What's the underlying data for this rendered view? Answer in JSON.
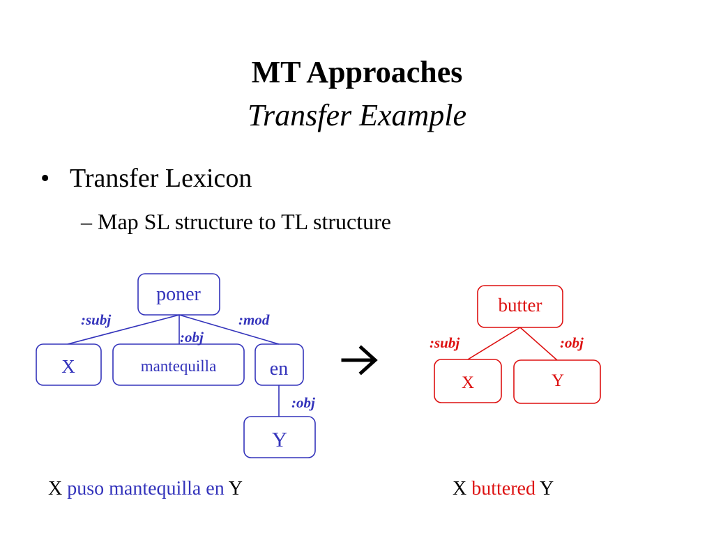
{
  "slide": {
    "title": "MT Approaches",
    "subtitle": "Transfer Example",
    "bullet": "Transfer Lexicon",
    "subbullet": "– Map SL structure to TL structure"
  },
  "colors": {
    "source": "#3333bb",
    "target": "#dd1111",
    "text": "#000000"
  },
  "source_tree": {
    "root": "poner",
    "children": [
      "X",
      "mantequilla",
      "en"
    ],
    "grandchild": "Y",
    "edge_labels": {
      "subj": ":subj",
      "obj": ":obj",
      "mod": ":mod",
      "en_obj": ":obj"
    }
  },
  "arrow_icon": "right-arrow-icon",
  "target_tree": {
    "root": "butter",
    "children": [
      "X",
      "Y"
    ],
    "edge_labels": {
      "subj": ":subj",
      "obj": ":obj"
    }
  },
  "sentences": {
    "source": {
      "pre": "X",
      "mid": "puso mantequilla en",
      "post": "Y"
    },
    "target": {
      "pre": "X",
      "mid": "buttered",
      "post": "Y"
    }
  }
}
